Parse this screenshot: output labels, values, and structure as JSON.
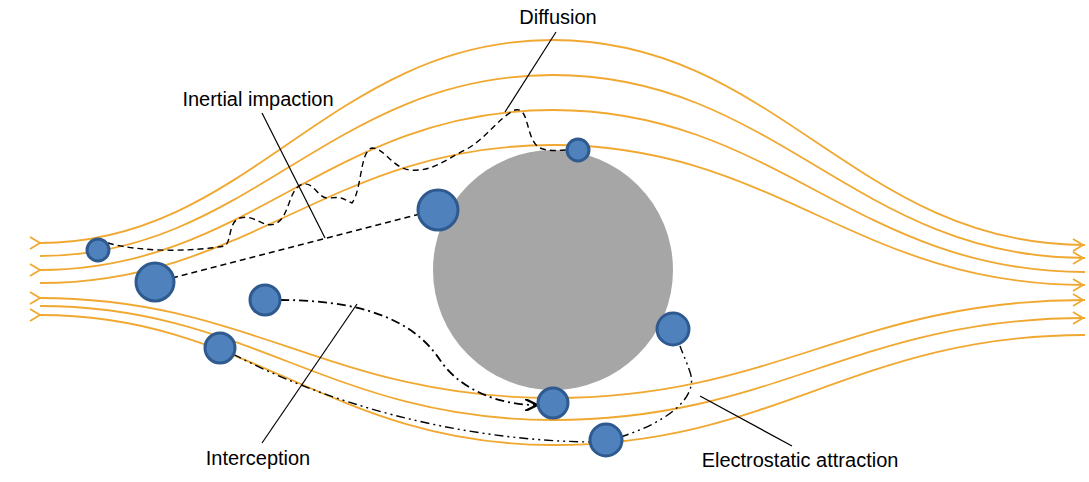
{
  "diagram": {
    "labels": [
      "Diffusion",
      "Inertial impaction",
      "Interception",
      "Electrostatic attraction"
    ]
  }
}
